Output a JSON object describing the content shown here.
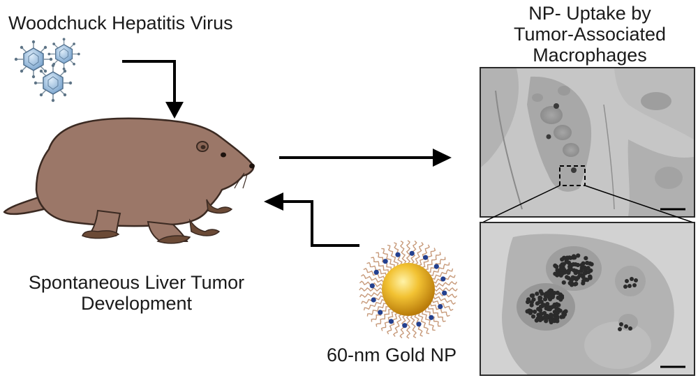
{
  "labels": {
    "virus": "Woodchuck Hepatitis Virus",
    "uptake_line1": "NP- Uptake by",
    "uptake_line2": "Tumor-Associated",
    "uptake_line3": "Macrophages",
    "tumor_line1": "Spontaneous Liver Tumor",
    "tumor_line2": "Development",
    "nanoparticle": "60-nm Gold NP"
  },
  "colors": {
    "woodchuck_fur": "#9b7768",
    "woodchuck_outline": "#3b2a22",
    "woodchuck_feet": "#6b4a36",
    "virus_fill": "#a9c8e4",
    "gold_core": "#e8a819",
    "ligand_dots": "#23408f",
    "ligand_strands": "#c79a7a",
    "em_background": "#c9c9c9",
    "arrow": "#000000"
  },
  "icons": {
    "virus": "virus-particle-icon",
    "animal": "woodchuck-illustration",
    "nanoparticle": "gold-nanoparticle-icon",
    "micrograph": "electron-micrograph-image",
    "scale_bar": "scale-bar"
  }
}
